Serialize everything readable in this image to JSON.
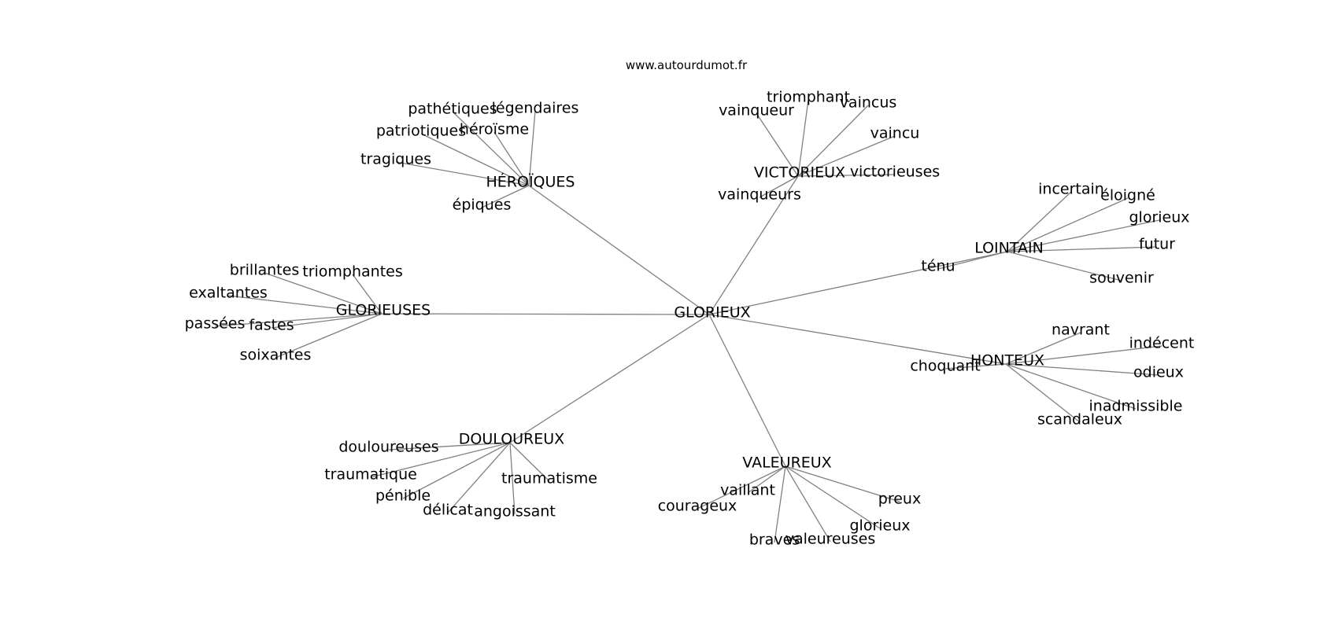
{
  "source_label": "www.autourdumot.fr",
  "colors": {
    "edge": "#808080",
    "text": "#000000",
    "background": "#ffffff"
  },
  "graph": {
    "center": "GLORIEUX",
    "groups": [
      {
        "hub": "HÉROÏQUES",
        "words": [
          "pathétiques",
          "légendaires",
          "patriotiques",
          "héroïsme",
          "tragiques",
          "épiques"
        ]
      },
      {
        "hub": "VICTORIEUX",
        "words": [
          "triomphant",
          "vainqueur",
          "vaincus",
          "vaincu",
          "victorieuses",
          "vainqueurs"
        ]
      },
      {
        "hub": "LOINTAIN",
        "words": [
          "incertain",
          "éloigné",
          "glorieux",
          "futur",
          "ténu",
          "souvenir"
        ]
      },
      {
        "hub": "GLORIEUSES",
        "words": [
          "brillantes",
          "triomphantes",
          "exaltantes",
          "passées",
          "fastes",
          "soixantes"
        ]
      },
      {
        "hub": "HONTEUX",
        "words": [
          "navrant",
          "indécent",
          "choquant",
          "odieux",
          "inadmissible",
          "scandaleux"
        ]
      },
      {
        "hub": "DOULOUREUX",
        "words": [
          "douloureuses",
          "traumatique",
          "pénible",
          "traumatisme",
          "délicat",
          "angoissant"
        ]
      },
      {
        "hub": "VALEUREUX",
        "words": [
          "vaillant",
          "preux",
          "courageux",
          "glorieux",
          "braves",
          "valeureuses"
        ]
      }
    ]
  }
}
